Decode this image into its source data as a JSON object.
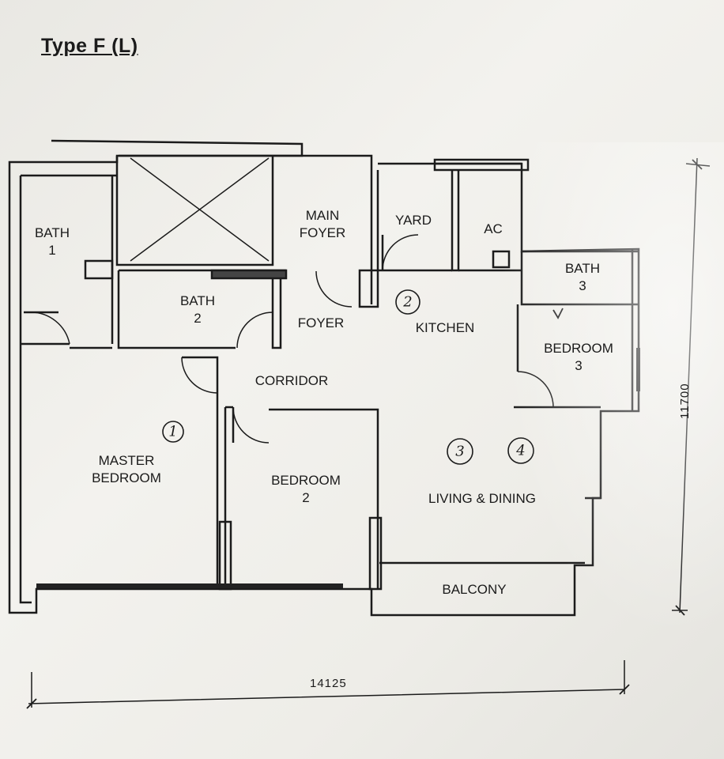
{
  "title": "Type F (L)",
  "rooms": {
    "bath1": {
      "line1": "BATH",
      "line2": "1"
    },
    "bath2": {
      "line1": "BATH",
      "line2": "2"
    },
    "bath3": {
      "line1": "BATH",
      "line2": "3"
    },
    "main_foyer": {
      "line1": "MAIN",
      "line2": "FOYER"
    },
    "yard": "YARD",
    "ac": "AC",
    "foyer": "FOYER",
    "kitchen": "KITCHEN",
    "bedroom3": {
      "line1": "BEDROOM",
      "line2": "3"
    },
    "corridor": "CORRIDOR",
    "master_bedroom": {
      "line1": "MASTER",
      "line2": "BEDROOM"
    },
    "bedroom2": {
      "line1": "BEDROOM",
      "line2": "2"
    },
    "living_dining": "LIVING & DINING",
    "balcony": "BALCONY"
  },
  "markers": [
    "1",
    "2",
    "3",
    "4"
  ],
  "dimensions": {
    "width": "14125",
    "depth": "11700"
  }
}
